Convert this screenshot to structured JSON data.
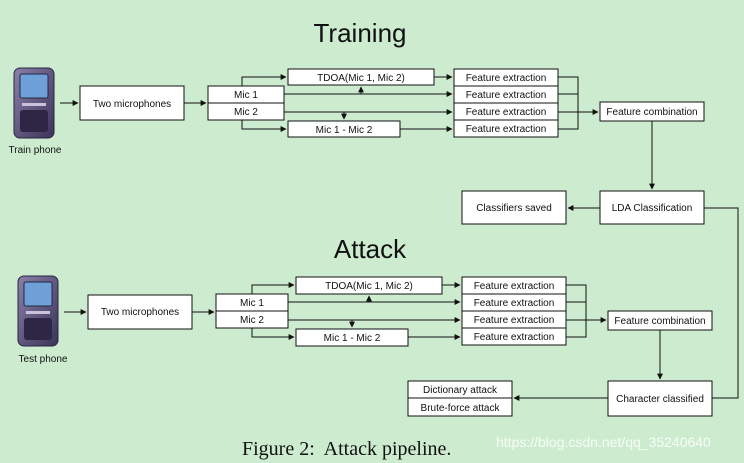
{
  "sections": {
    "training_title": "Training",
    "attack_title": "Attack"
  },
  "training": {
    "phone_label": "Train phone",
    "two_microphones": "Two microphones",
    "mic1": "Mic 1",
    "mic2": "Mic 2",
    "tdoa": "TDOA(Mic 1, Mic 2)",
    "diff": "Mic 1 - Mic 2",
    "feature_extraction": [
      "Feature extraction",
      "Feature extraction",
      "Feature extraction",
      "Feature extraction"
    ],
    "feature_combination": "Feature combination",
    "lda": "LDA Classification",
    "classifiers_saved": "Classifiers saved"
  },
  "attack": {
    "phone_label": "Test phone",
    "two_microphones": "Two microphones",
    "mic1": "Mic 1",
    "mic2": "Mic 2",
    "tdoa": "TDOA(Mic 1, Mic 2)",
    "diff": "Mic 1 - Mic 2",
    "feature_extraction": [
      "Feature extraction",
      "Feature extraction",
      "Feature extraction",
      "Feature extraction"
    ],
    "feature_combination": "Feature combination",
    "character_classified": "Character classified",
    "dictionary_attack": "Dictionary attack",
    "brute_force_attack": "Brute-force attack"
  },
  "caption": "Figure 2:  Attack pipeline.",
  "watermark": "https://blog.csdn.net/qq_35240640"
}
